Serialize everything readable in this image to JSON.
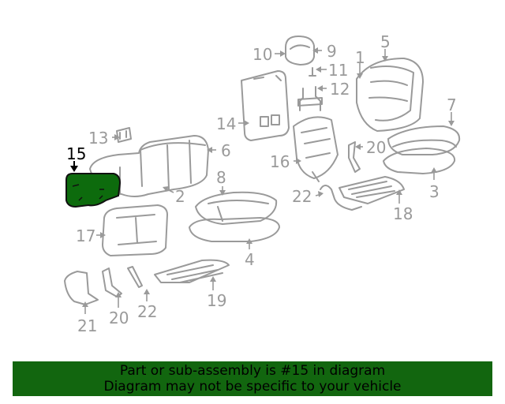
{
  "diagram": {
    "highlighted_part": "15",
    "highlight_color": "#12660f",
    "callouts": {
      "c1": "1",
      "c2": "2",
      "c3": "3",
      "c4": "4",
      "c5": "5",
      "c6": "6",
      "c7": "7",
      "c8": "8",
      "c9": "9",
      "c10": "10",
      "c11": "11",
      "c12": "12",
      "c13": "13",
      "c14": "14",
      "c15": "15",
      "c16": "16",
      "c17": "17",
      "c18": "18",
      "c19": "19",
      "c20a": "20",
      "c20b": "20",
      "c21": "21",
      "c22a": "22",
      "c22b": "22"
    }
  },
  "banner": {
    "line1": "Part or sub-assembly is #15 in diagram",
    "line2": "Diagram may not be specific to your vehicle"
  }
}
